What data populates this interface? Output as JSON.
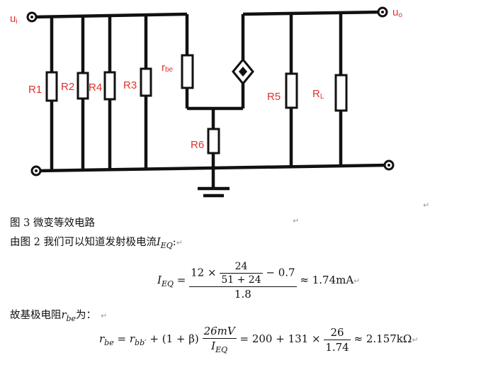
{
  "circuit": {
    "input_label": "u",
    "input_sub": "i",
    "output_label": "u",
    "output_sub": "o",
    "rbe_label": "r",
    "rbe_sub": "be",
    "r1": "R1",
    "r2": "R2",
    "r4": "R4",
    "r3": "R3",
    "r6": "R6",
    "r5": "R5",
    "rl_label": "R",
    "rl_sub": "L",
    "wire_color": "#111111",
    "label_color": "#e0312e"
  },
  "caption": "图 3  微变等效电路",
  "intro": {
    "text": "由图 2 我们可以知道发射极电流",
    "var": "I",
    "var_sub": "EQ",
    "colon": ":"
  },
  "eq1": {
    "lhs": "I",
    "lhs_sub": "EQ",
    "num_a": "12 ×",
    "inner_num": "24",
    "inner_den": "51 + 24",
    "num_b": "− 0.7",
    "den": "1.8",
    "result": "≈ 1.74mA"
  },
  "text2": {
    "text": "故基极电阻",
    "var": "r",
    "var_sub": "be",
    "suffix": "为："
  },
  "eq2": {
    "lhs": "r",
    "lhs_sub": "be",
    "rbb": "r",
    "rbb_sub": "bb′",
    "mid": "+ (1 + β)",
    "frac_num": "26mV",
    "frac_den": "I",
    "frac_den_sub": "EQ",
    "rhs_a": "= 200 + 131 ×",
    "frac2_num": "26",
    "frac2_den": "1.74",
    "result": "≈ 2.157kΩ"
  },
  "return_mark": "↵"
}
